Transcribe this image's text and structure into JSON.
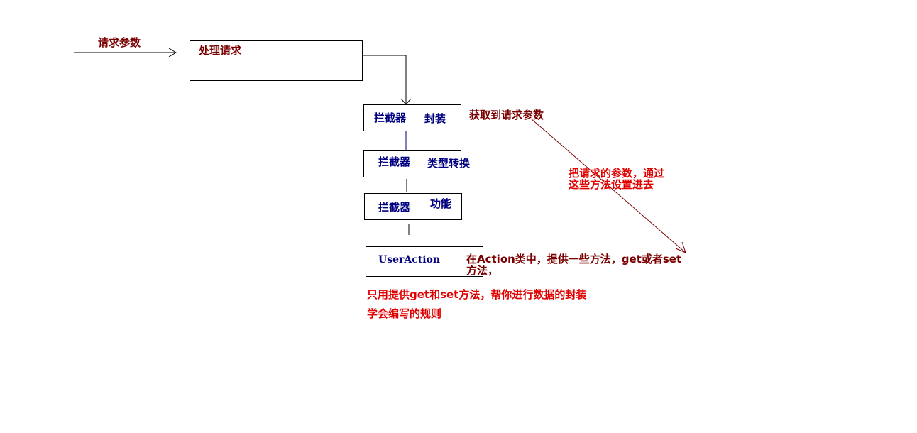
{
  "colors": {
    "dark_red": "#7a0000",
    "navy": "#000080",
    "red": "#e00000",
    "black": "#000000"
  },
  "labels": {
    "request_params": "请求参数",
    "handle_request": "处理请求",
    "interceptor_1": "拦截器",
    "encapsulate": "封装",
    "interceptor_2": "拦截器",
    "type_conversion": "类型转换",
    "interceptor_3": "拦截器",
    "function": "功能",
    "user_action": "UserAction",
    "get_request_params": "获取到请求参数",
    "set_params_line1": "把请求的参数，通过",
    "set_params_line2": "这些方法设置进去",
    "action_methods_line1": "在Action类中，提供一些方法，get或者set",
    "action_methods_line2": "方法，",
    "only_get_set": "只用提供get和set方法，帮你进行数据的封装",
    "learn_rules": "学会编写的规则"
  }
}
